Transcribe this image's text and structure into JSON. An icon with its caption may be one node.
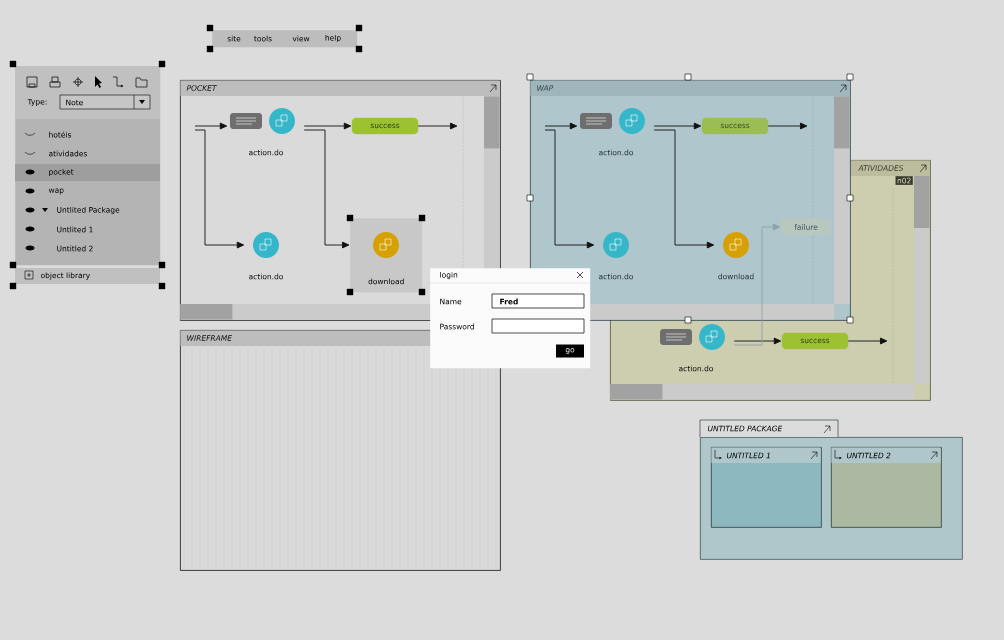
{
  "diagram": {
    "nodes": [
      {
        "text": [
          "site",
          "tools",
          "view",
          "help"
        ]
      },
      {
        "text": [
          "Type:",
          "Note",
          "hotéis",
          "atividades",
          "pocket",
          "wap",
          "Untlited Package",
          "Untlited 1",
          "Untitled 2",
          "object library"
        ]
      },
      {
        "text": [
          "POCKET"
        ]
      },
      {
        "text": [
          "action.do"
        ],
        "in": 2
      },
      {
        "text": [
          "success"
        ],
        "in": 2
      },
      {
        "text": [
          "action.do"
        ],
        "in": 2
      },
      {
        "text": [
          "download"
        ],
        "in": 2
      },
      {
        "text": [
          "WIREFRAME"
        ]
      },
      {
        "text": [
          "ATIVIDADES",
          "n02"
        ]
      },
      {
        "text": [
          "failure"
        ]
      },
      {
        "text": [
          "action.do"
        ],
        "in": 8
      },
      {
        "text": [
          "success"
        ],
        "in": 8
      },
      {
        "text": [
          "WAP"
        ]
      },
      {
        "text": [
          "action.do"
        ],
        "in": 12
      },
      {
        "text": [
          "success"
        ],
        "in": 12
      },
      {
        "text": [
          "action.do"
        ],
        "in": 12
      },
      {
        "text": [
          "download"
        ]
      },
      {
        "text": [
          "login",
          "Name",
          "Fred",
          "Password",
          "go"
        ]
      },
      {
        "text": [
          "UNTITLED PACKAGE"
        ]
      },
      {
        "text": [
          "UNTITLED 1"
        ],
        "in": 18
      },
      {
        "text": [
          "UNTITLED 2"
        ],
        "in": 18
      }
    ],
    "edges": [
      {
        "from": null,
        "to": 3,
        "arrow": "to"
      },
      {
        "from": null,
        "to": 5,
        "arrow": "to"
      },
      {
        "from": 3,
        "to": 4,
        "arrow": "to"
      },
      {
        "from": 3,
        "to": 6,
        "arrow": "to"
      },
      {
        "from": 4,
        "to": null,
        "arrow": "to"
      },
      {
        "from": null,
        "to": 13,
        "arrow": "to"
      },
      {
        "from": null,
        "to": 15,
        "arrow": "to"
      },
      {
        "from": 13,
        "to": 14,
        "arrow": "to"
      },
      {
        "from": 13,
        "to": 16,
        "arrow": "to"
      },
      {
        "from": 14,
        "to": null,
        "arrow": "to"
      },
      {
        "from": 10,
        "to": 11,
        "arrow": "to"
      },
      {
        "from": 11,
        "to": null,
        "arrow": "to"
      },
      {
        "from": 10,
        "to": 9,
        "arrow": "to",
        "color": "#8fa4a8"
      }
    ]
  }
}
